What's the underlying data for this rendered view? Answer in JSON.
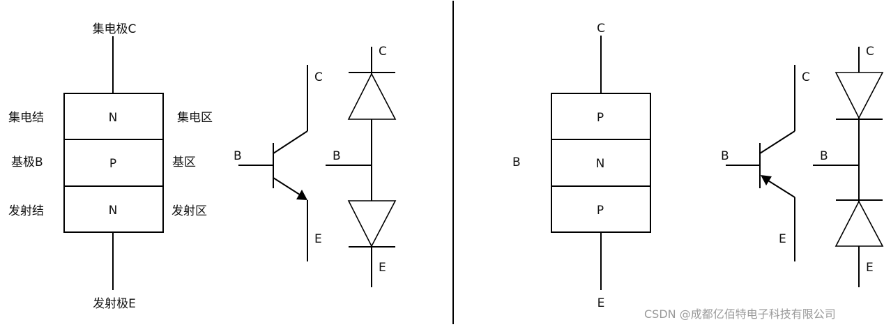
{
  "npn": {
    "structure": {
      "collector_terminal": "集电极C",
      "emitter_terminal": "发射极E",
      "layers": [
        "N",
        "P",
        "N"
      ],
      "left_labels": [
        "集电结",
        "基极B",
        "发射结"
      ],
      "right_labels": [
        "集电区",
        "基区",
        "发射区"
      ]
    },
    "symbol": {
      "c": "C",
      "b": "B",
      "e": "E",
      "arrow": "outward-emitter"
    },
    "diode_model": {
      "c": "C",
      "b": "B",
      "e": "E"
    }
  },
  "pnp": {
    "structure": {
      "collector_terminal": "C",
      "emitter_terminal": "E",
      "base_label": "B",
      "layers": [
        "P",
        "N",
        "P"
      ]
    },
    "symbol": {
      "c": "C",
      "b": "B",
      "e": "E",
      "arrow": "inward-emitter"
    },
    "diode_model": {
      "c": "C",
      "b": "B",
      "e": "E"
    }
  },
  "watermark": "CSDN @成都亿佰特电子科技有限公司"
}
